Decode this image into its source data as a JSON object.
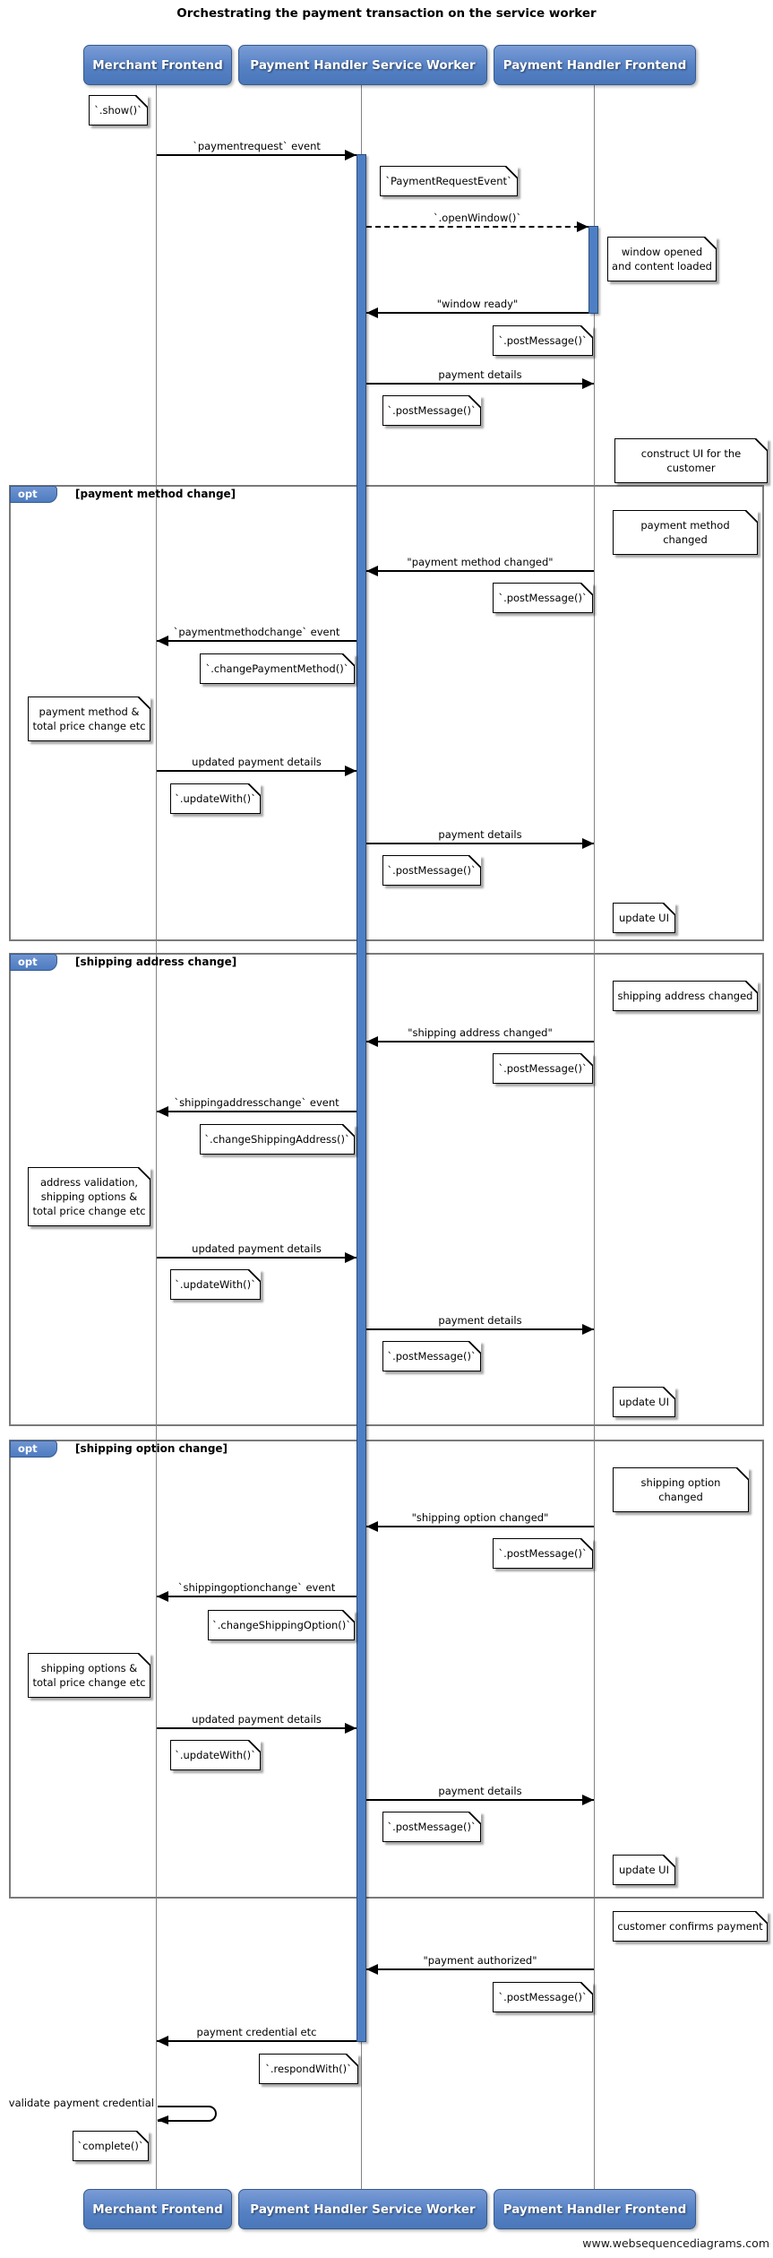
{
  "title": "Orchestrating the payment transaction on the service worker",
  "footer": "www.websequencediagrams.com",
  "actors": {
    "merchant": "Merchant Frontend",
    "service_worker": "Payment Handler Service Worker",
    "frontend": "Payment Handler Frontend"
  },
  "fragments": {
    "opt": "opt",
    "cond_payment_method": "[payment method change]",
    "cond_shipping_address": "[shipping address change]",
    "cond_shipping_option": "[shipping option change]"
  },
  "messages": {
    "paymentrequest_event": "`paymentrequest` event",
    "open_window": "`.openWindow()`",
    "window_ready": "\"window ready\"",
    "payment_details": "payment details",
    "payment_method_changed": "\"payment method changed\"",
    "paymentmethodchange_event": "`paymentmethodchange` event",
    "updated_payment_details": "updated payment details",
    "shipping_address_changed": "\"shipping address changed\"",
    "shippingaddresschange_event": "`shippingaddresschange` event",
    "shipping_option_changed": "\"shipping option changed\"",
    "shippingoptionchange_event": "`shippingoptionchange` event",
    "payment_authorized": "\"payment authorized\"",
    "payment_credential_etc": "payment credential etc",
    "validate_payment_credential": "validate payment credential"
  },
  "notes": {
    "show": "`.show()`",
    "payment_request_event": "`PaymentRequestEvent`",
    "window_opened": "window opened\nand content loaded",
    "post_message": "`.postMessage()`",
    "construct_ui": "construct UI for the customer",
    "payment_method_changed": "payment method changed",
    "change_payment_method": "`.changePaymentMethod()`",
    "payment_method_total_price": "payment method &\ntotal price change etc",
    "update_with": "`.updateWith()`",
    "update_ui": "update UI",
    "shipping_address_changed": "shipping address changed",
    "change_shipping_address": "`.changeShippingAddress()`",
    "address_validation": "address validation,\nshipping options &\ntotal price change etc",
    "shipping_option_changed": "shipping option changed",
    "change_shipping_option": "`.changeShippingOption()`",
    "shipping_options_total_price": "shipping options &\ntotal price change etc",
    "customer_confirms": "customer confirms payment",
    "respond_with": "`.respondWith()`",
    "complete": "`complete()`"
  },
  "colors": {
    "actor_blue": "#5581c4",
    "activation_blue": "#4e7fc4",
    "frame_gray": "#7a7a7a"
  }
}
